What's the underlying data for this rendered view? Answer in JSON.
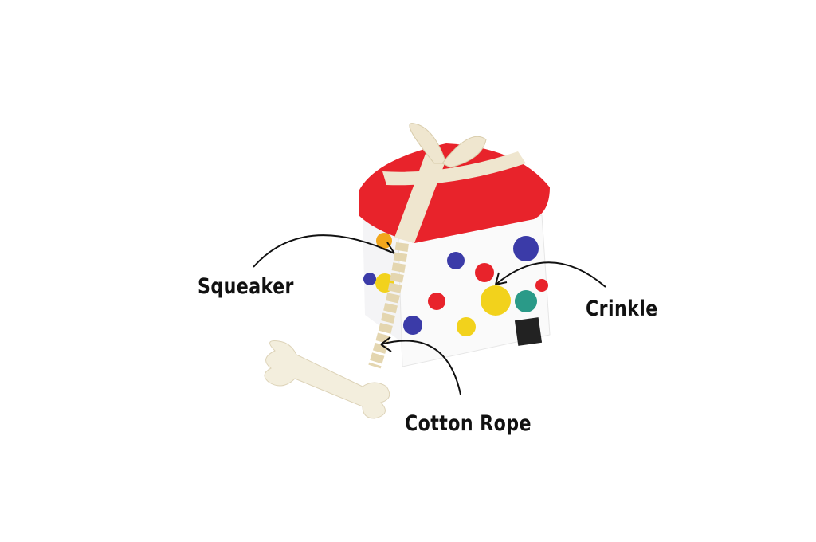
{
  "labels": {
    "squeaker": "Squeaker",
    "crinkle": "Crinkle",
    "cotton_rope": "Cotton Rope"
  },
  "colors": {
    "box_top": "#e8232b",
    "ribbon": "#efe6cf",
    "box_body": "#ffffff",
    "dot_yellow": "#f2d21c",
    "dot_blue": "#3b3ba8",
    "dot_red": "#e8232b",
    "arrow": "#111111"
  }
}
